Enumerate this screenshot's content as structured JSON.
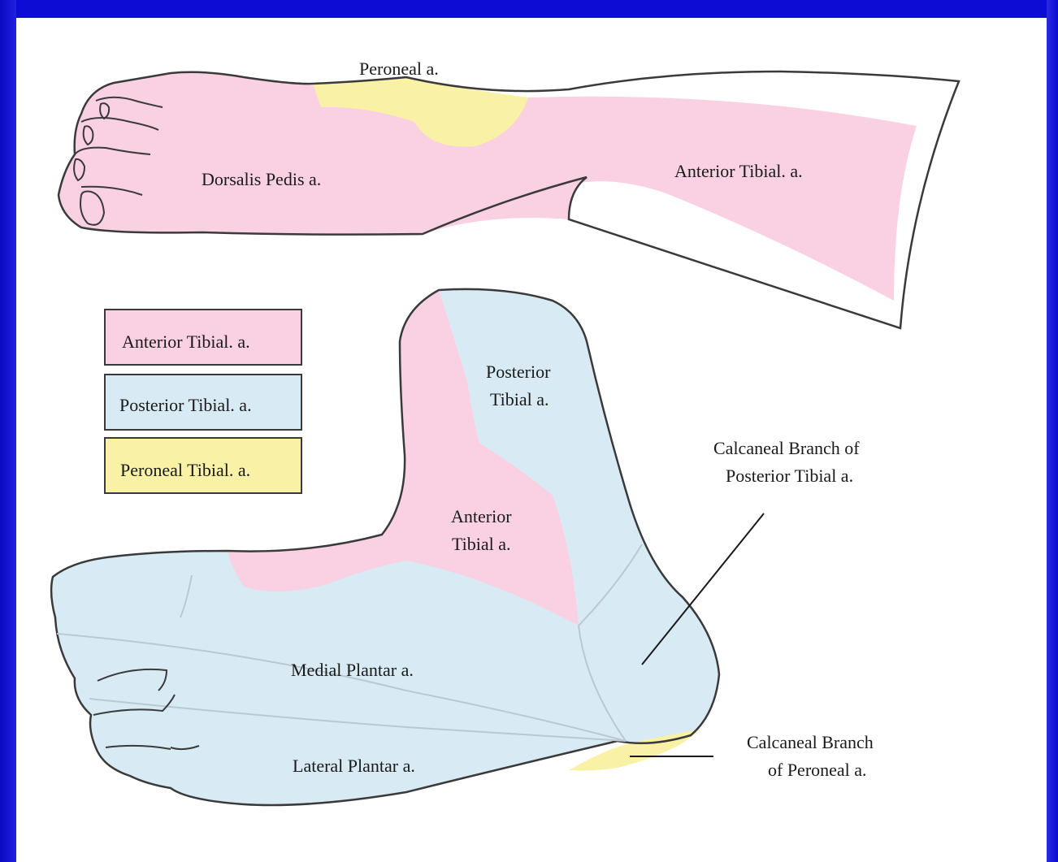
{
  "colors": {
    "frame_blue": "#1010d8",
    "anterior_tibial": "#f9d1e3",
    "posterior_tibial": "#d8ebf4",
    "peroneal": "#f8f1a6",
    "outline": "#3a3a3a",
    "slide_background": "#ffffff"
  },
  "legend": [
    {
      "label": "Anterior Tibial. a.",
      "color": "#f9d1e3"
    },
    {
      "label": "Posterior Tibial. a.",
      "color": "#d8ebf4"
    },
    {
      "label": "Peroneal Tibial. a.",
      "color": "#f8f1a6"
    }
  ],
  "top_view": {
    "peroneal": "Peroneal a.",
    "dorsalis_pedis": "Dorsalis Pedis a.",
    "anterior_tibial": "Anterior Tibial. a."
  },
  "side_view": {
    "posterior_tibial": [
      "Posterior",
      "Tibial a."
    ],
    "anterior_tibial": [
      "Anterior",
      "Tibial a."
    ],
    "calcaneal_posterior": [
      "Calcaneal Branch of",
      "Posterior Tibial a."
    ],
    "medial_plantar": "Medial Plantar a.",
    "lateral_plantar": "Lateral Plantar a.",
    "calcaneal_peroneal": [
      "Calcaneal Branch",
      "of Peroneal a."
    ]
  }
}
